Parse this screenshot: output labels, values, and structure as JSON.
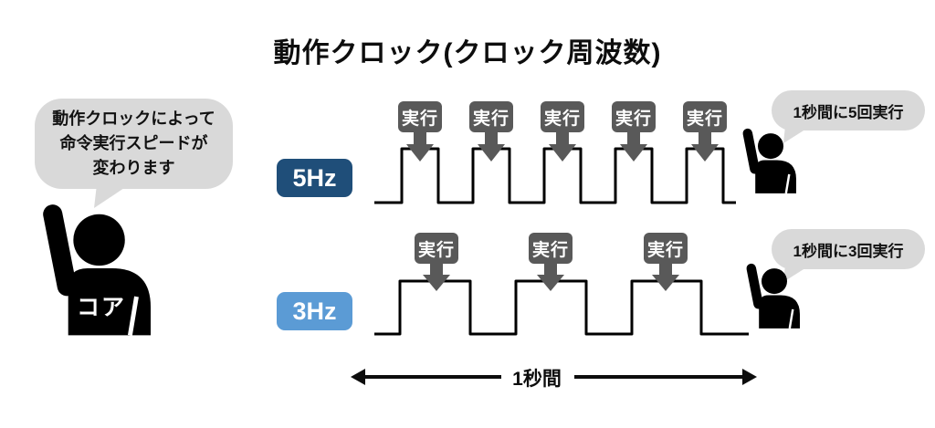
{
  "title": "動作クロック(クロック周波数)",
  "core": {
    "chest_label": "コア",
    "speech_lines": [
      "動作クロックによって",
      "命令実行スピードが",
      "変わります"
    ]
  },
  "exec_label": "実行",
  "rows": [
    {
      "freq": "5Hz",
      "pulses": 5,
      "result_speech": "1秒間に5回実行"
    },
    {
      "freq": "3Hz",
      "pulses": 3,
      "result_speech": "1秒間に3回実行"
    }
  ],
  "time_span_label": "1秒間",
  "colors": {
    "freq_5hz_badge": "#1F4E79",
    "freq_3hz_badge": "#5B9BD5",
    "exec_box_gray": "#595959",
    "speech_bubble_gray": "#D9D9D9",
    "waveform_black": "#000000"
  }
}
